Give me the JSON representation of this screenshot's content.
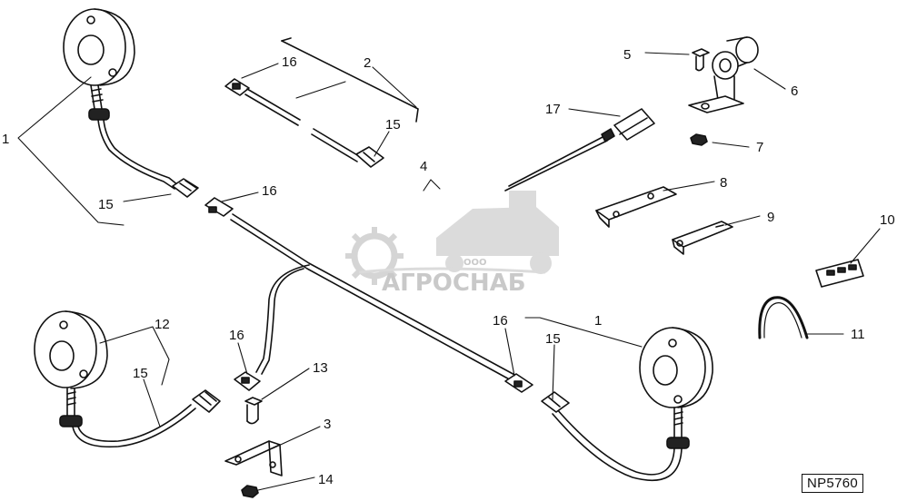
{
  "callouts": {
    "c1a": "1",
    "c1b": "1",
    "c2": "2",
    "c3": "3",
    "c4": "4",
    "c5": "5",
    "c6": "6",
    "c7": "7",
    "c8": "8",
    "c9": "9",
    "c10": "10",
    "c11": "11",
    "c12": "12",
    "c13": "13",
    "c14": "14",
    "c15a": "15",
    "c15b": "15",
    "c15c": "15",
    "c15d": "15",
    "c16a": "16",
    "c16b": "16",
    "c16c": "16",
    "c16d": "16",
    "c17": "17"
  },
  "watermark": {
    "small": "ООО",
    "large": "АГРОСНАБ"
  },
  "reference_code": "NP5760"
}
